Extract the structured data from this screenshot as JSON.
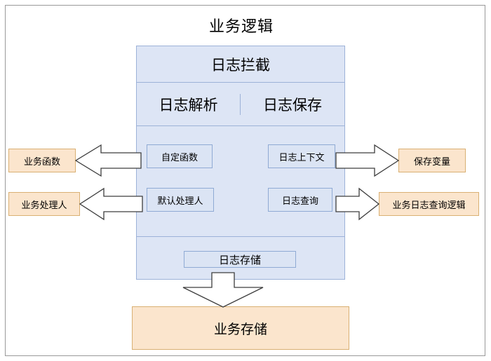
{
  "diagram": {
    "title": "业务逻辑",
    "type": "architecture-block-diagram",
    "core": {
      "header": "日志拦截",
      "split_row": [
        {
          "label": "日志解析"
        },
        {
          "label": "日志保存"
        }
      ],
      "middle_chips": [
        {
          "label": "自定函数",
          "side": "left",
          "row": 1
        },
        {
          "label": "日志上下文",
          "side": "right",
          "row": 1
        },
        {
          "label": "默认处理人",
          "side": "left",
          "row": 2
        },
        {
          "label": "日志查询",
          "side": "right",
          "row": 2
        }
      ],
      "storage_chip": "日志存储"
    },
    "external": {
      "left": [
        {
          "label": "业务函数"
        },
        {
          "label": "业务处理人"
        }
      ],
      "right": [
        {
          "label": "保存变量"
        },
        {
          "label": "业务日志查询逻辑"
        }
      ],
      "bottom": {
        "label": "业务存储"
      }
    },
    "arrows": [
      {
        "name": "arrow-custom-fn-to-biz-fn",
        "direction": "left",
        "from": "自定函数",
        "to": "业务函数"
      },
      {
        "name": "arrow-default-handler-to-biz-handler",
        "direction": "left",
        "from": "默认处理人",
        "to": "业务处理人"
      },
      {
        "name": "arrow-log-ctx-to-save-var",
        "direction": "right",
        "from": "日志上下文",
        "to": "保存变量"
      },
      {
        "name": "arrow-log-query-to-biz-log-logic",
        "direction": "right",
        "from": "日志查询",
        "to": "业务日志查询逻辑"
      },
      {
        "name": "arrow-log-store-to-biz-store",
        "direction": "down",
        "from": "日志存储",
        "to": "业务存储"
      }
    ],
    "colors": {
      "core_fill": "#dde5f5",
      "core_border": "#9db2d8",
      "chip_fill": "#dbe4f4",
      "chip_border": "#8faad4",
      "external_fill": "#fbe5cd",
      "external_border": "#d9b073",
      "arrow_fill": "#ffffff",
      "arrow_stroke": "#3d3d3d",
      "frame_border": "#9a9a9a",
      "text": "#000000"
    }
  }
}
